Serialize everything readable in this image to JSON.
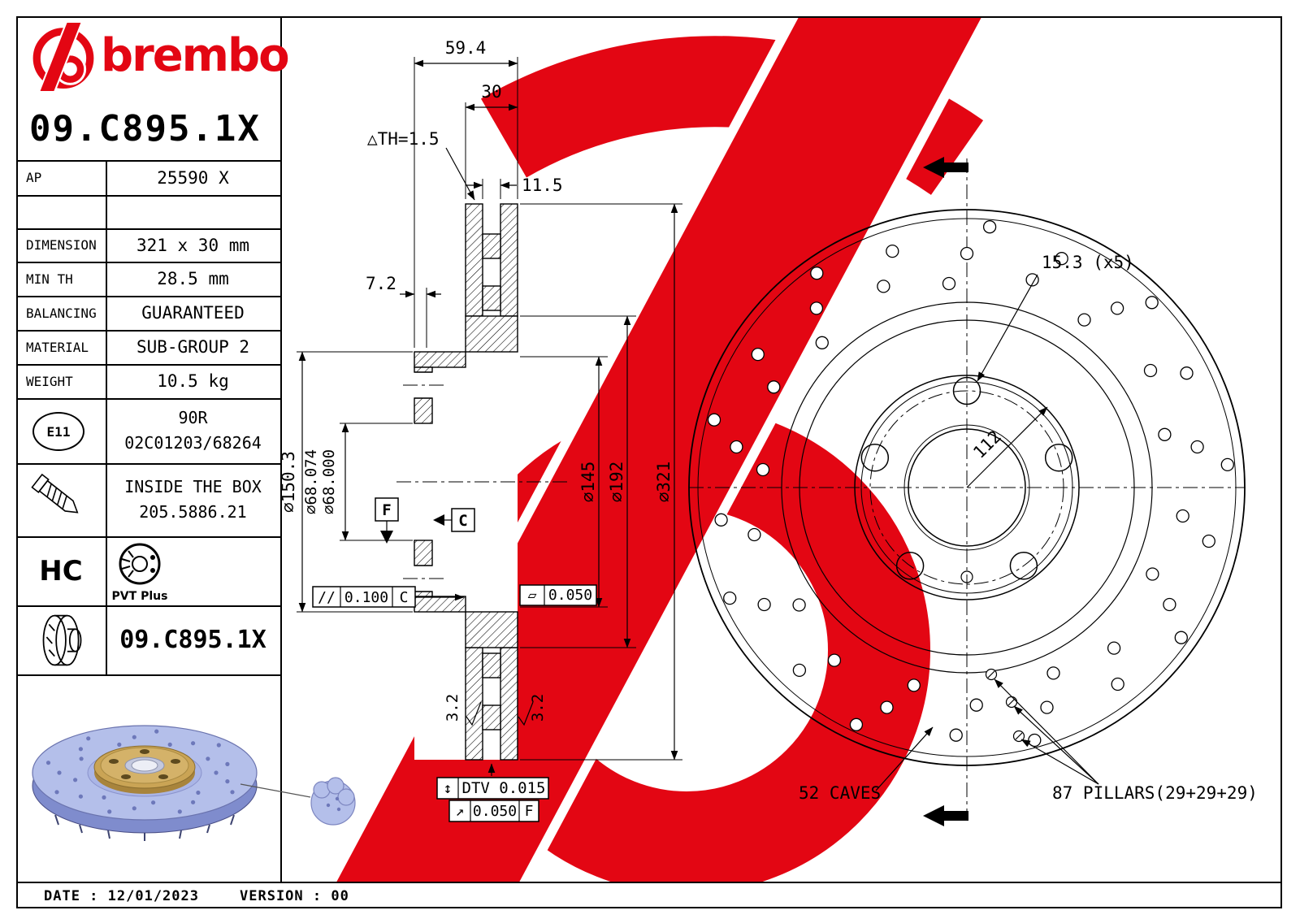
{
  "brand": {
    "wordmark": "brembo",
    "part_number": "09.C895.1X"
  },
  "table": {
    "rows": [
      {
        "label": "AP",
        "value": "25590 X"
      },
      {
        "label": "",
        "value": ""
      },
      {
        "label": "DIMENSION",
        "value": "321 x 30 mm"
      },
      {
        "label": "MIN TH",
        "value": "28.5 mm"
      },
      {
        "label": "BALANCING",
        "value": "GUARANTEED"
      },
      {
        "label": "MATERIAL",
        "value": "SUB-GROUP 2"
      },
      {
        "label": "WEIGHT",
        "value": "10.5 kg"
      }
    ],
    "e11": {
      "badge": "E11",
      "line1": "90R",
      "line2": "02C01203/68264"
    },
    "box": {
      "line1": "INSIDE THE BOX",
      "line2": "205.5886.21"
    },
    "hc": "HC",
    "pvt": "PVT Plus",
    "part_number_bottom": "09.C895.1X"
  },
  "section": {
    "dim_width": "59.4",
    "dim_thickness": "30",
    "dim_th_note": "△TH=1.5",
    "dim_offset": "11.5",
    "dim_wall": "7.2",
    "dia_hat": "⌀150.3",
    "dia_bore_max": "⌀68.074",
    "dia_bore_min": "⌀68.000",
    "dia_inner": "⌀145",
    "dia_vent": "⌀192",
    "dia_outer": "⌀321",
    "parallel_sym": "//",
    "parallel_val": "0.100",
    "parallel_ref": "C",
    "flat_sym": "▱",
    "flat_val": "0.050",
    "dtv_sym": "↕",
    "dtv_text": "DTV 0.015",
    "runout_sym": "↗",
    "runout_val": "0.050",
    "runout_ref": "F",
    "rough_left": "3.2",
    "rough_right": "3.2",
    "datum_c": "C",
    "datum_f": "F"
  },
  "front": {
    "holes": "15.3 (x5)",
    "pcd": "112",
    "caves": "52 CAVES",
    "pillars": "87 PILLARS(29+29+29)"
  },
  "footer": {
    "date": "DATE : 12/01/2023",
    "version": "VERSION : 00"
  },
  "colors": {
    "brand_red": "#e30613",
    "render_blue": "#b4bfea",
    "render_gold": "#caa455"
  }
}
